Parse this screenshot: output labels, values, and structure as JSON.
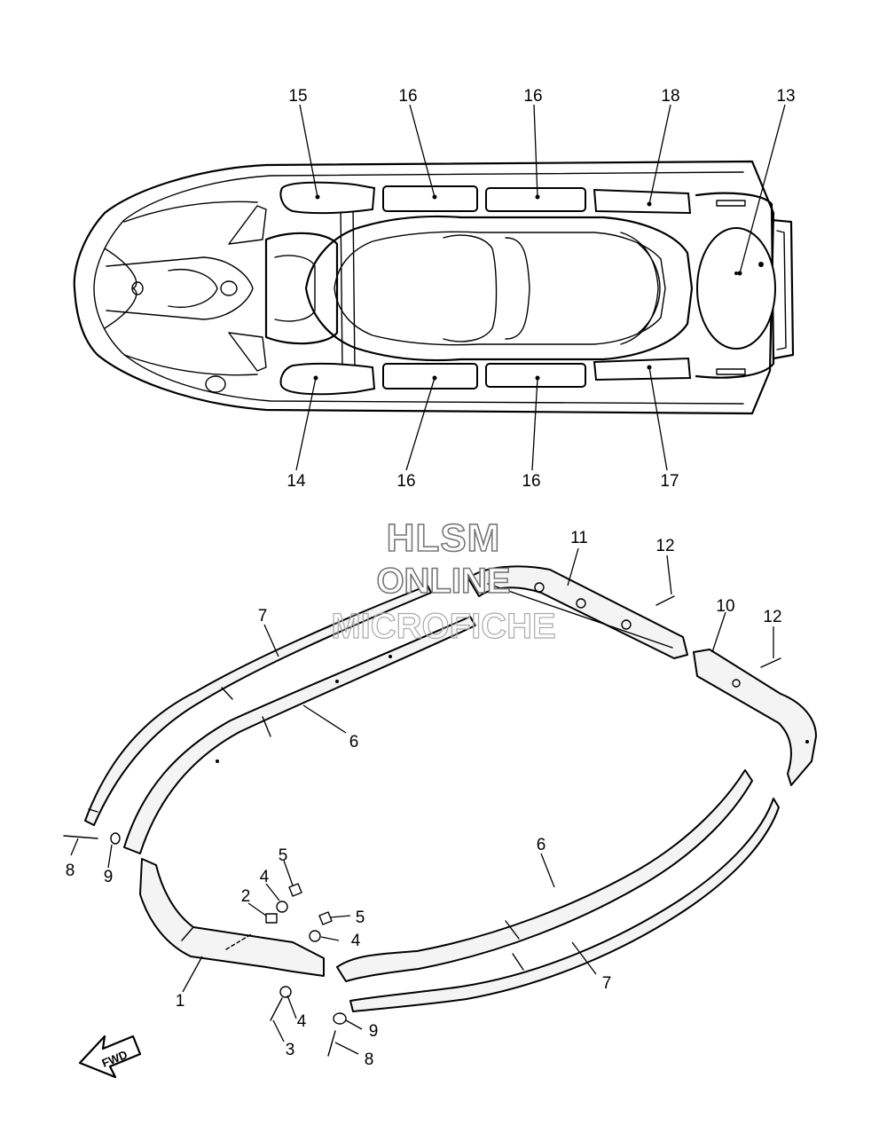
{
  "watermark": {
    "line1": "HLSM",
    "line2": "ONLINE",
    "line3": "MICROFICHE"
  },
  "fwd_label": "FWD",
  "callouts": [
    {
      "id": "c15",
      "label": "15"
    },
    {
      "id": "c16a",
      "label": "16"
    },
    {
      "id": "c16b",
      "label": "16"
    },
    {
      "id": "c18",
      "label": "18"
    },
    {
      "id": "c13",
      "label": "13"
    },
    {
      "id": "c14",
      "label": "14"
    },
    {
      "id": "c16c",
      "label": "16"
    },
    {
      "id": "c16d",
      "label": "16"
    },
    {
      "id": "c17",
      "label": "17"
    },
    {
      "id": "c11",
      "label": "11"
    },
    {
      "id": "c12a",
      "label": "12"
    },
    {
      "id": "c10",
      "label": "10"
    },
    {
      "id": "c12b",
      "label": "12"
    },
    {
      "id": "c7a",
      "label": "7"
    },
    {
      "id": "c6a",
      "label": "6"
    },
    {
      "id": "c8a",
      "label": "8"
    },
    {
      "id": "c9a",
      "label": "9"
    },
    {
      "id": "c5a",
      "label": "5"
    },
    {
      "id": "c4a",
      "label": "4"
    },
    {
      "id": "c2",
      "label": "2"
    },
    {
      "id": "c5b",
      "label": "5"
    },
    {
      "id": "c4b",
      "label": "4"
    },
    {
      "id": "c6b",
      "label": "6"
    },
    {
      "id": "c7b",
      "label": "7"
    },
    {
      "id": "c1",
      "label": "1"
    },
    {
      "id": "c4c",
      "label": "4"
    },
    {
      "id": "c3",
      "label": "3"
    },
    {
      "id": "c9b",
      "label": "9"
    },
    {
      "id": "c8b",
      "label": "8"
    }
  ]
}
